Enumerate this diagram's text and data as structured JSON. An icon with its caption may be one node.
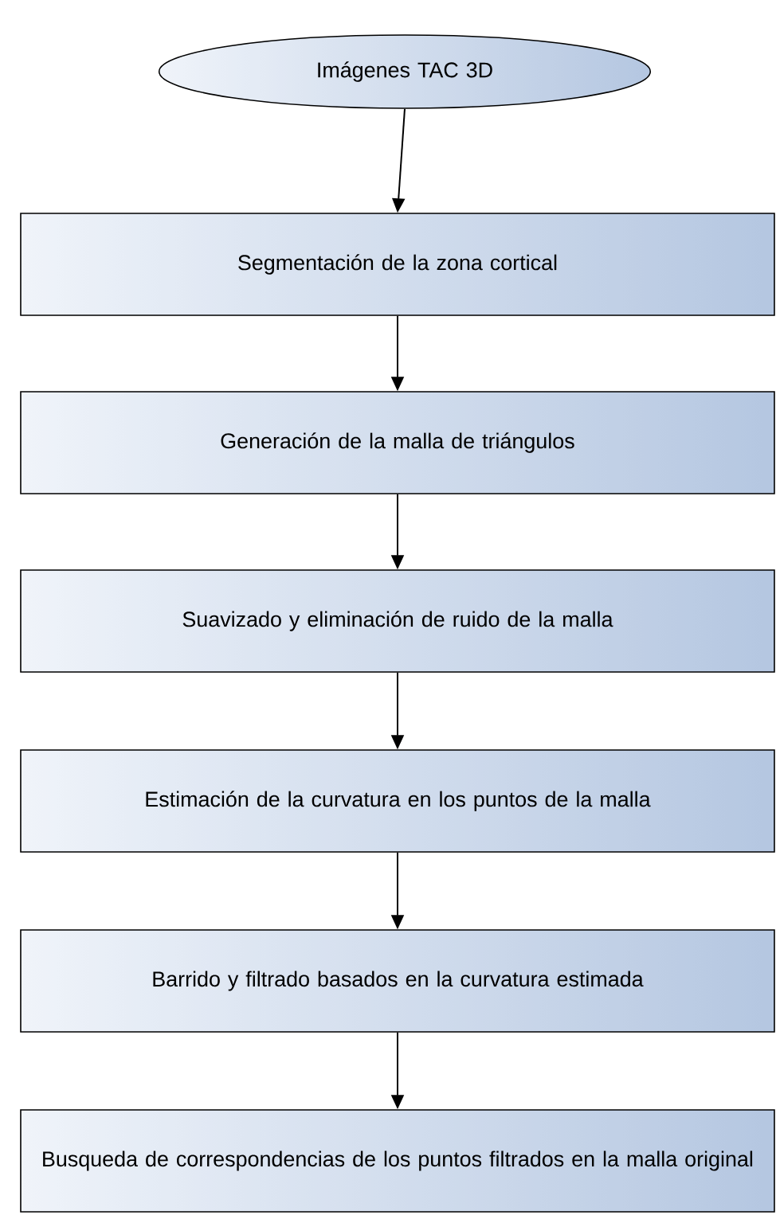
{
  "diagram": {
    "nodes": [
      {
        "text": [
          "Imágenes TAC 3D"
        ]
      },
      {
        "text": [
          "Segmentación de la zona cortical"
        ]
      },
      {
        "text": [
          "Generación de la malla de triángulos"
        ]
      },
      {
        "text": [
          "Suavizado y eliminación de ruido de la malla"
        ]
      },
      {
        "text": [
          "Estimación de la curvatura en los puntos de la malla"
        ]
      },
      {
        "text": [
          "Barrido y filtrado basados en la curvatura estimada"
        ]
      },
      {
        "text": [
          "Busqueda de correspondencias de los puntos filtrados en la malla original"
        ]
      }
    ],
    "edges": [
      {
        "from": 0,
        "to": 1,
        "arrow": "to"
      },
      {
        "from": 1,
        "to": 2,
        "arrow": "to"
      },
      {
        "from": 2,
        "to": 3,
        "arrow": "to"
      },
      {
        "from": 3,
        "to": 4,
        "arrow": "to"
      },
      {
        "from": 4,
        "to": 5,
        "arrow": "to"
      },
      {
        "from": 5,
        "to": 6,
        "arrow": "to"
      }
    ]
  }
}
